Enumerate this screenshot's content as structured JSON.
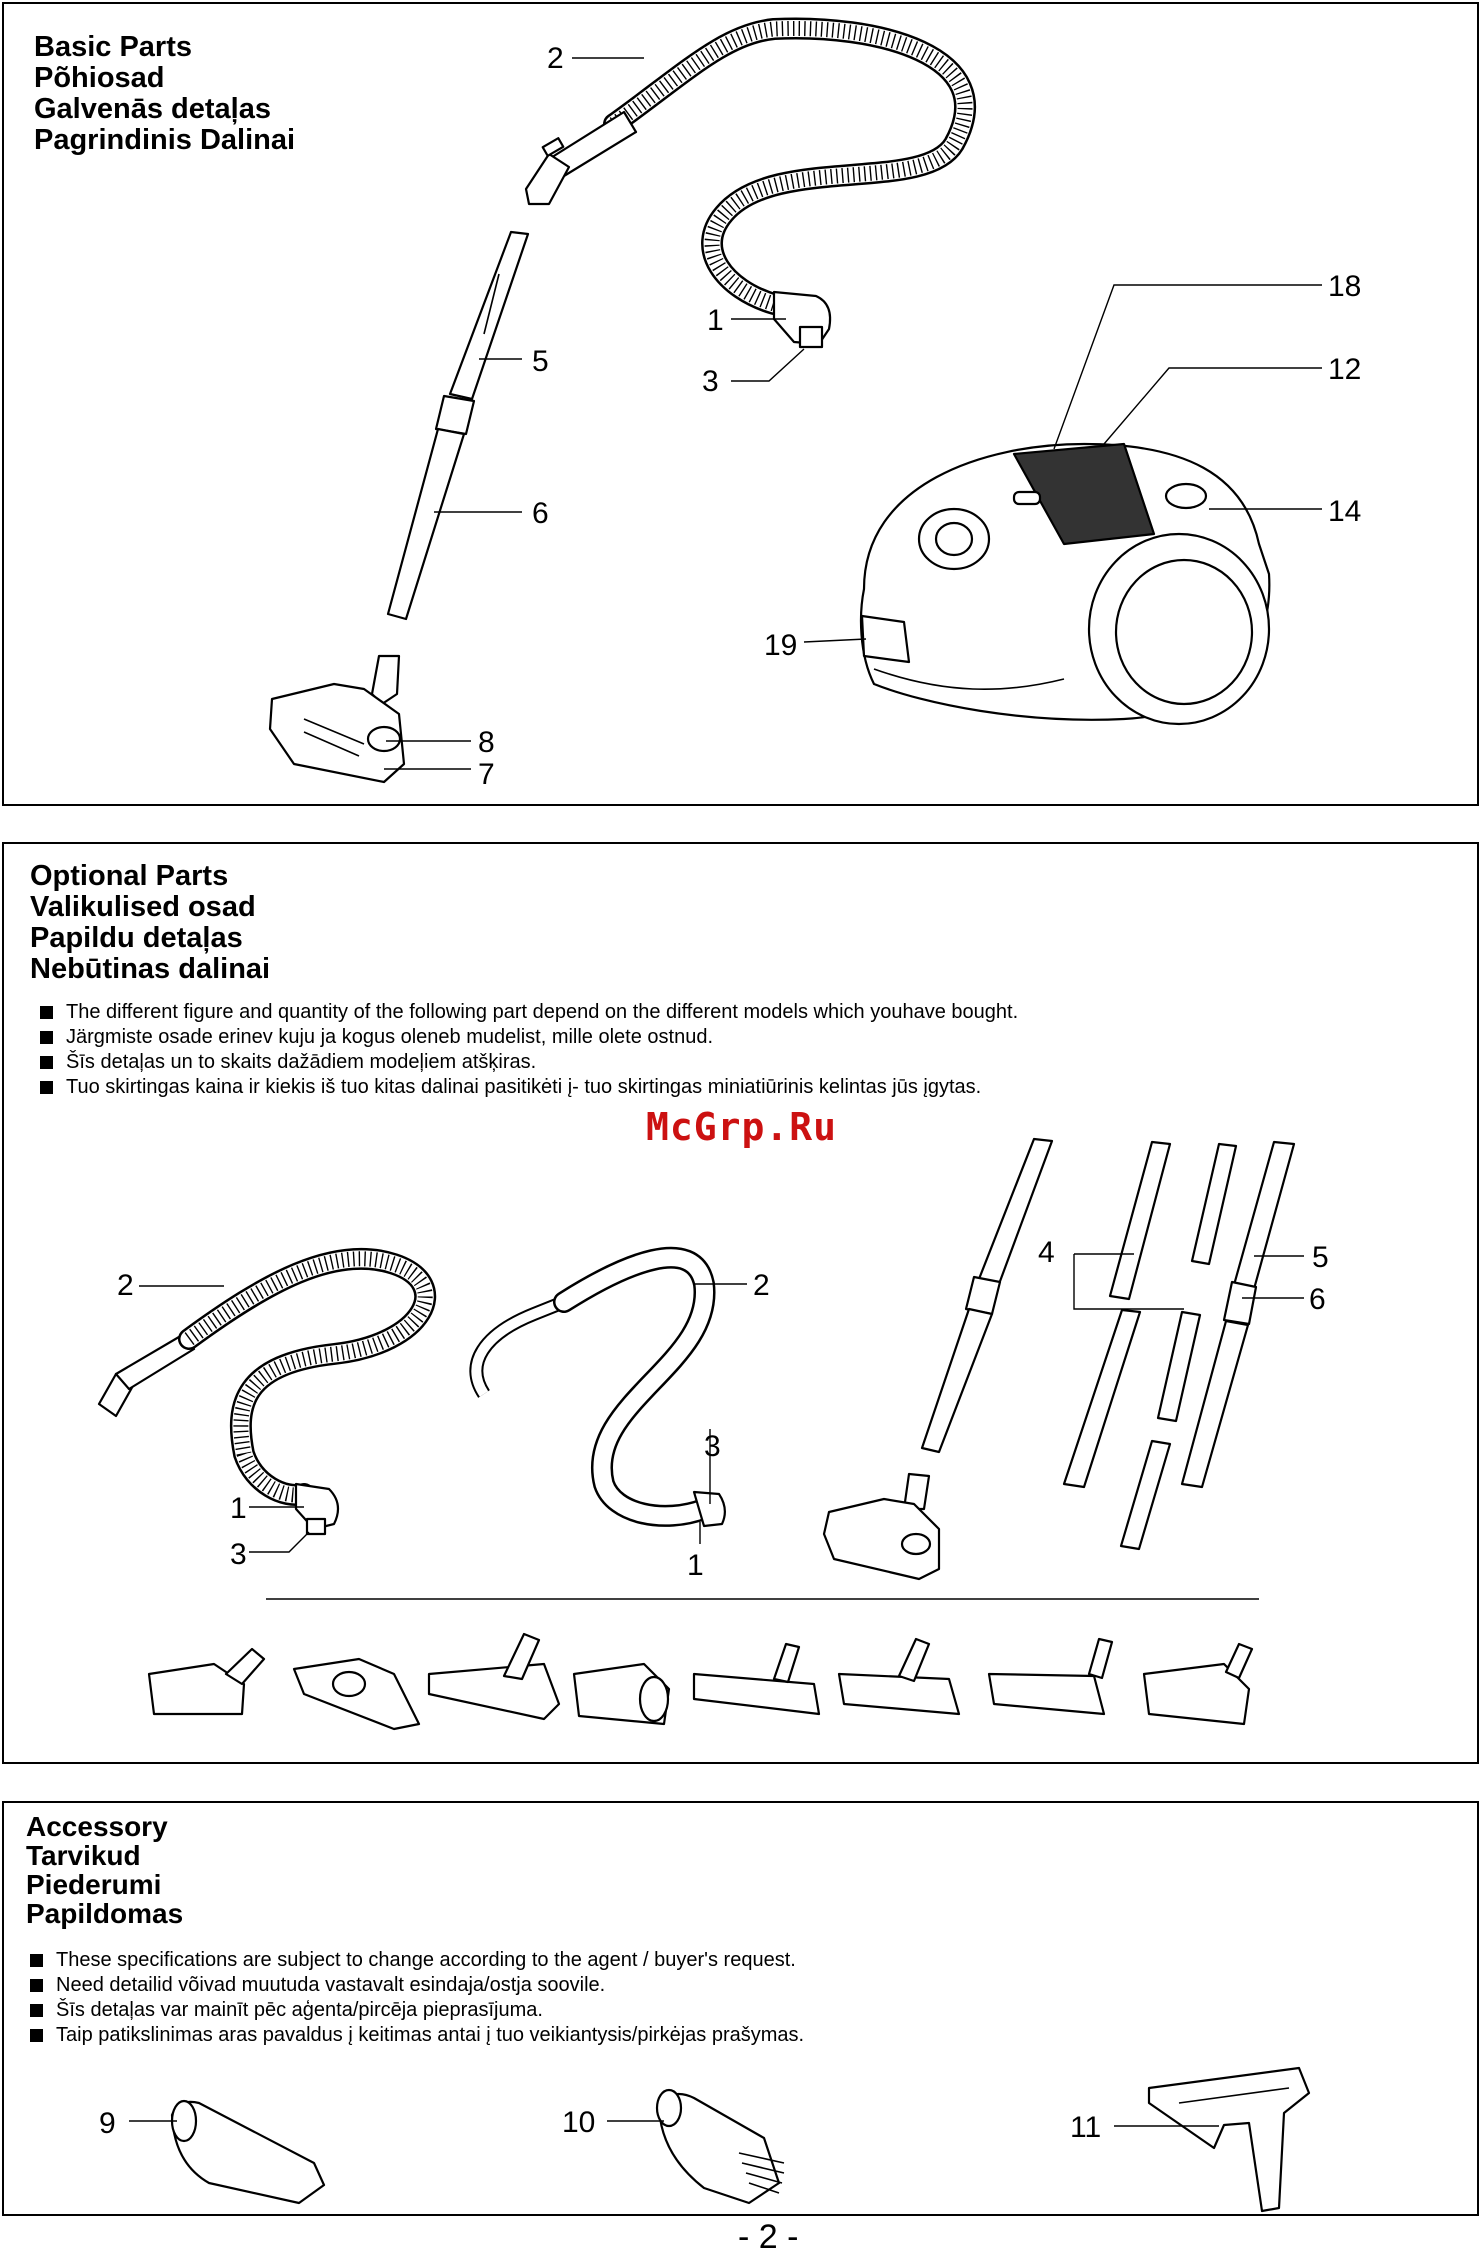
{
  "basic": {
    "titles": [
      "Basic Parts",
      "Põhiosad",
      "Galvenās detaļas",
      "Pagrindinis Dalinai"
    ],
    "callouts": [
      "2",
      "1",
      "3",
      "5",
      "6",
      "8",
      "7",
      "18",
      "12",
      "14",
      "19"
    ]
  },
  "optional": {
    "titles": [
      "Optional Parts",
      "Valikulised osad",
      "Papildu detaļas",
      "Nebūtinas dalinai"
    ],
    "notes": [
      "The different figure and quantity of the following part depend on the different models which youhave bought.",
      "Järgmiste osade erinev kuju ja kogus oleneb mudelist, mille olete ostnud.",
      "Šīs detaļas un to skaits dažādiem modeļiem atšķiras.",
      "Tuo skirtingas kaina ir kiekis iš tuo kitas dalinai pasitikėti į- tuo skirtingas miniatiūrinis kelintas jūs įgytas."
    ],
    "callouts": [
      "2",
      "1",
      "3",
      "2",
      "3",
      "1",
      "4",
      "5",
      "6"
    ]
  },
  "accessory": {
    "titles": [
      "Accessory",
      "Tarvikud",
      "Piederumi",
      "Papildomas"
    ],
    "notes": [
      "These specifications are subject to change according to the agent / buyer's request.",
      "Need detailid võivad muutuda vastavalt esindaja/ostja soovile.",
      "Šīs detaļas var mainīt pēc aģenta/pircēja pieprasījuma.",
      "Taip patikslinimas aras pavaldus į keitimas antai į tuo veikiantysis/pirkėjas prašymas."
    ],
    "callouts": [
      "9",
      "10",
      "11"
    ]
  },
  "watermark": "McGrp.Ru",
  "page_number": "- 2 -"
}
